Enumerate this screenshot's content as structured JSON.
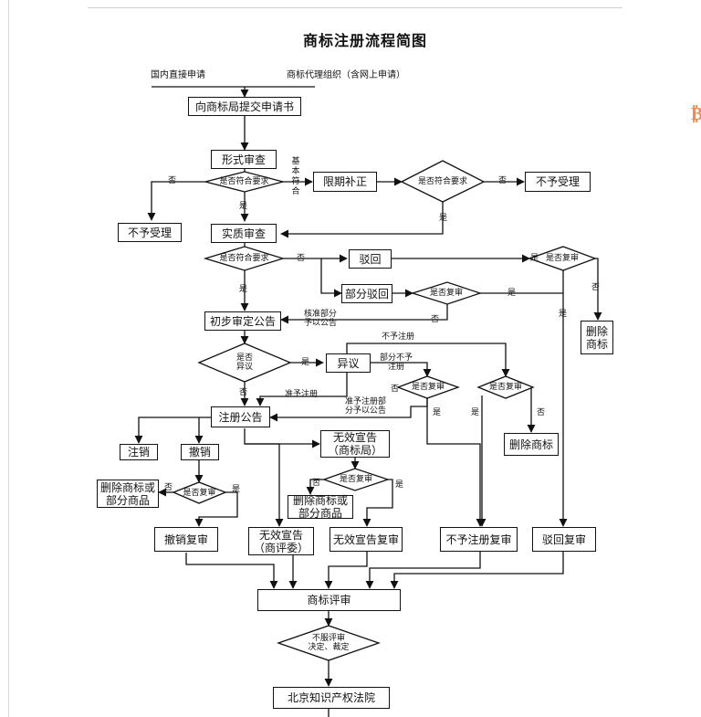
{
  "title": "商标注册流程简图",
  "sources": {
    "direct": "国内直接申请",
    "agent": "商标代理组织（含网上申请）"
  },
  "boxes": {
    "submit": "向商标局提交申请书",
    "formal_review": "形式审查",
    "correction": "限期补正",
    "reject_left": "不予受理",
    "reject_right": "不予受理",
    "substantive": "实质审查",
    "rejection": "驳回",
    "partial_rejection": "部分驳回",
    "prelim_notice": "初步审定公告",
    "opposition": "异议",
    "reg_notice": "注册公告",
    "cancel_reg": "注销",
    "revoke": "撤销",
    "delete_partial": "删除商标或\n部分商品",
    "invalid_office": "无效宣告\n（商标局）",
    "delete_mark_partial": "删除商标或\n部分商品",
    "delete_mark_left": "删除\n商标",
    "delete_mark_mid": "删除商标",
    "revoke_review": "撤销复审",
    "invalid_board": "无效宣告\n（商评委）",
    "invalid_review": "无效宣告复审",
    "no_reg_review": "不予注册复审",
    "reject_review": "驳回复审",
    "board_review": "商标评审",
    "court": "北京知识产权法院"
  },
  "decisions": {
    "meets_1": "是否符合要求",
    "meets_2": "是否符合要求",
    "meets_3": "是否符合要求",
    "review_1": "是否复审",
    "review_2": "是否复审",
    "objection": "是否\n异议",
    "review_3": "是否复审",
    "review_4": "是否复审",
    "review_5": "是否复审",
    "review_6": "是否复审",
    "disagree": "不服评审\n决定、裁定"
  },
  "labels": {
    "no": "否",
    "yes": "是",
    "basic_meets": "基本符合",
    "approve_partial": "核准部分\n予以公告",
    "not_register": "不予注册",
    "partial_not": "部分不予\n注册",
    "approve_reg": "准予注册",
    "approve_reg_partial": "准予注册部\n分予以公告"
  }
}
